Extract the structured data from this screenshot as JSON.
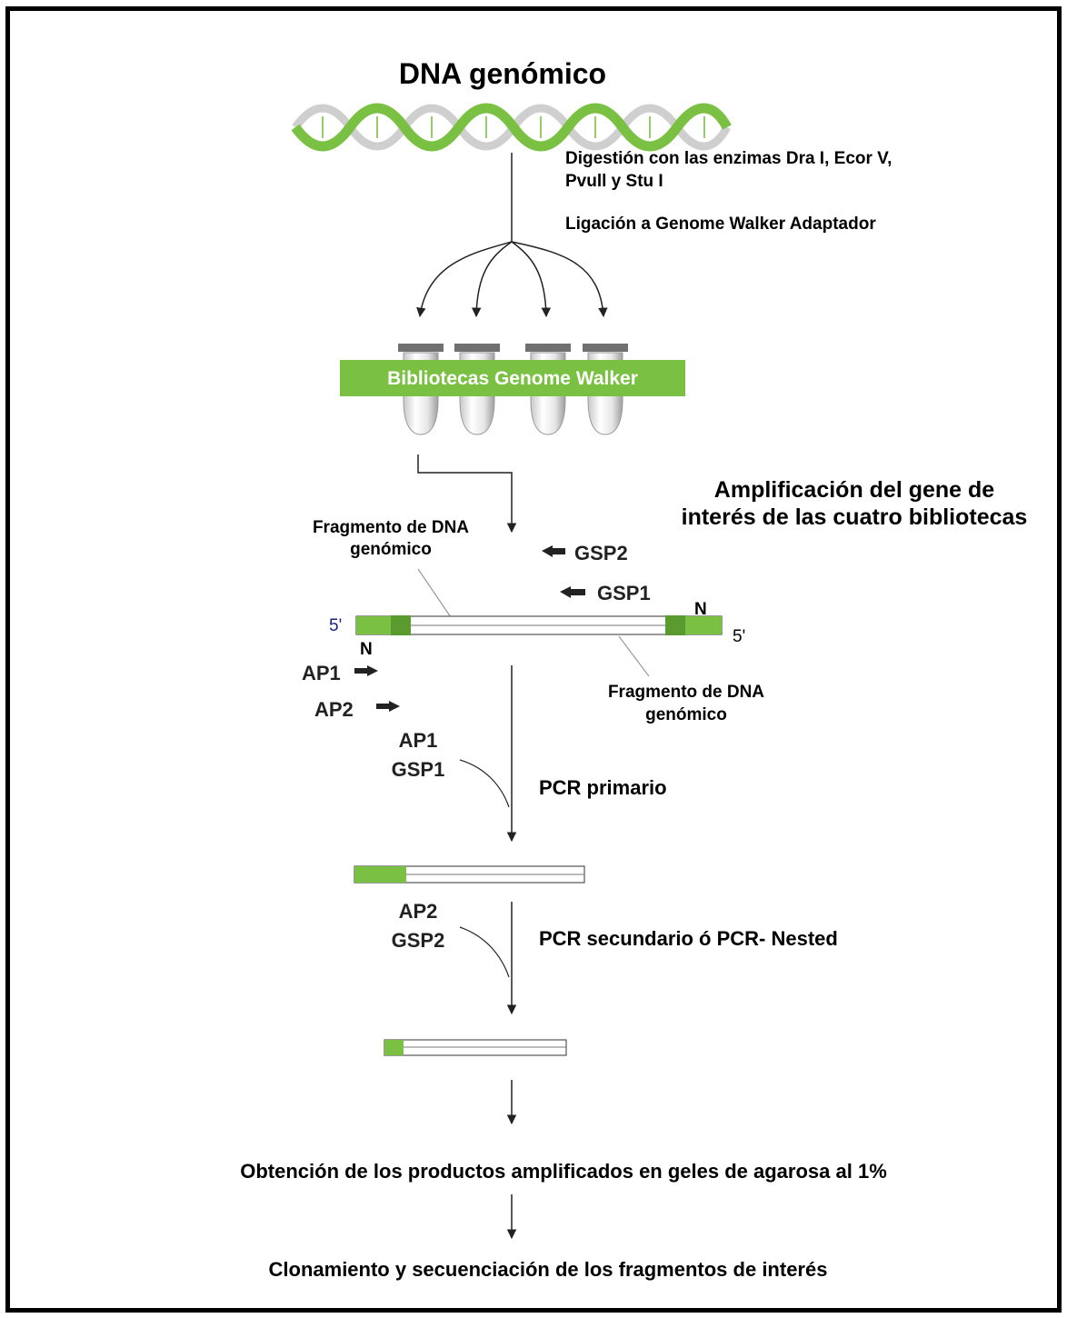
{
  "title": "DNA genómico",
  "steps": {
    "digestion_line1": "Digestión con las enzimas Dra I, Ecor V,",
    "digestion_line2": "Pvull y Stu I",
    "ligation": "Ligación a Genome Walker Adaptador"
  },
  "library_label": "Bibliotecas Genome Walker",
  "amplification": {
    "line1": "Amplificación del gene de",
    "line2": "interés de las cuatro bibliotecas"
  },
  "fragment_label_top": {
    "line1": "Fragmento de DNA",
    "line2": "genómico"
  },
  "fragment_label_bottom": {
    "line1": "Fragmento de DNA",
    "line2": "genómico"
  },
  "primers": {
    "gsp2": "GSP2",
    "gsp1": "GSP1",
    "ap1": "AP1",
    "ap2": "AP2",
    "n_right": "N",
    "n_left": "N",
    "five_prime_left": "5'",
    "five_prime_right": "5'"
  },
  "primary_pcr": {
    "primer_a": "AP1",
    "primer_b": "GSP1",
    "label": "PCR primario"
  },
  "secondary_pcr": {
    "primer_a": "AP2",
    "primer_b": "GSP2",
    "label": "PCR secundario ó PCR- Nested"
  },
  "result": "Obtención de los productos amplificados en geles de agarosa al 1%",
  "final": "Clonamiento y secuenciación de los fragmentos de interés",
  "colors": {
    "green": "#7ac143",
    "dark_green": "#5a9a2e",
    "arrow": "#222222",
    "five_prime": "#1a237e"
  }
}
